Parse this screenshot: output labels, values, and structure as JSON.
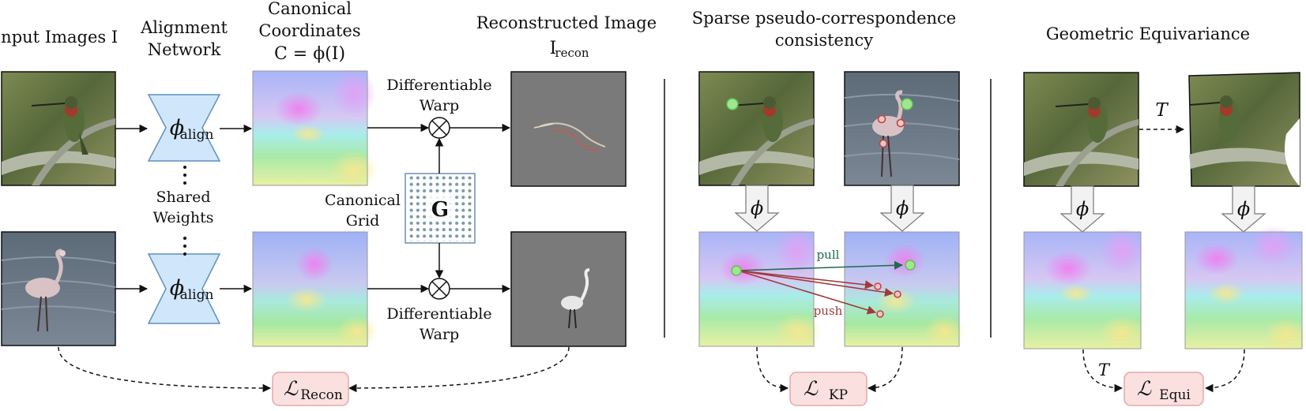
{
  "colors": {
    "network_fill": "#cfe6fb",
    "network_stroke": "#5f8fbf",
    "loss_fill": "#fbe0e0",
    "loss_stroke": "#e5a7a7",
    "pull": "#1f6b4a",
    "push": "#a03a3a",
    "grid_dot": "#7a9aa8",
    "recon_bg": "#7a7a7a"
  },
  "panel_left": {
    "input_label": "Input Images I",
    "alignment_label_1": "Alignment",
    "alignment_label_2": "Network",
    "canonical_label_1": "Canonical",
    "canonical_label_2": "Coordinates",
    "canonical_formula": "C = ϕ(I)",
    "recon_label_1": "Reconstructed Image",
    "recon_label_2": "I",
    "recon_label_sub": "recon",
    "network_symbol": "ϕ",
    "network_sub": "align",
    "shared_1": "Shared",
    "shared_2": "Weights",
    "grid_label_1": "Canonical",
    "grid_label_2": "Grid",
    "grid_symbol": "G",
    "warp_top_1": "Differentiable",
    "warp_top_2": "Warp",
    "warp_bottom_1": "Differentiable",
    "warp_bottom_2": "Warp",
    "loss_symbol": "ℒ",
    "loss_sub": "Recon"
  },
  "panel_middle": {
    "title_1": "Sparse pseudo-correspondence",
    "title_2": "consistency",
    "phi": "ϕ",
    "pull": "pull",
    "push": "push",
    "loss_symbol": "ℒ",
    "loss_sub": "KP"
  },
  "panel_right": {
    "title": "Geometric Equivariance",
    "transform": "T",
    "transform_loss": "T",
    "phi": "ϕ",
    "loss_symbol": "ℒ",
    "loss_sub": "Equi"
  }
}
